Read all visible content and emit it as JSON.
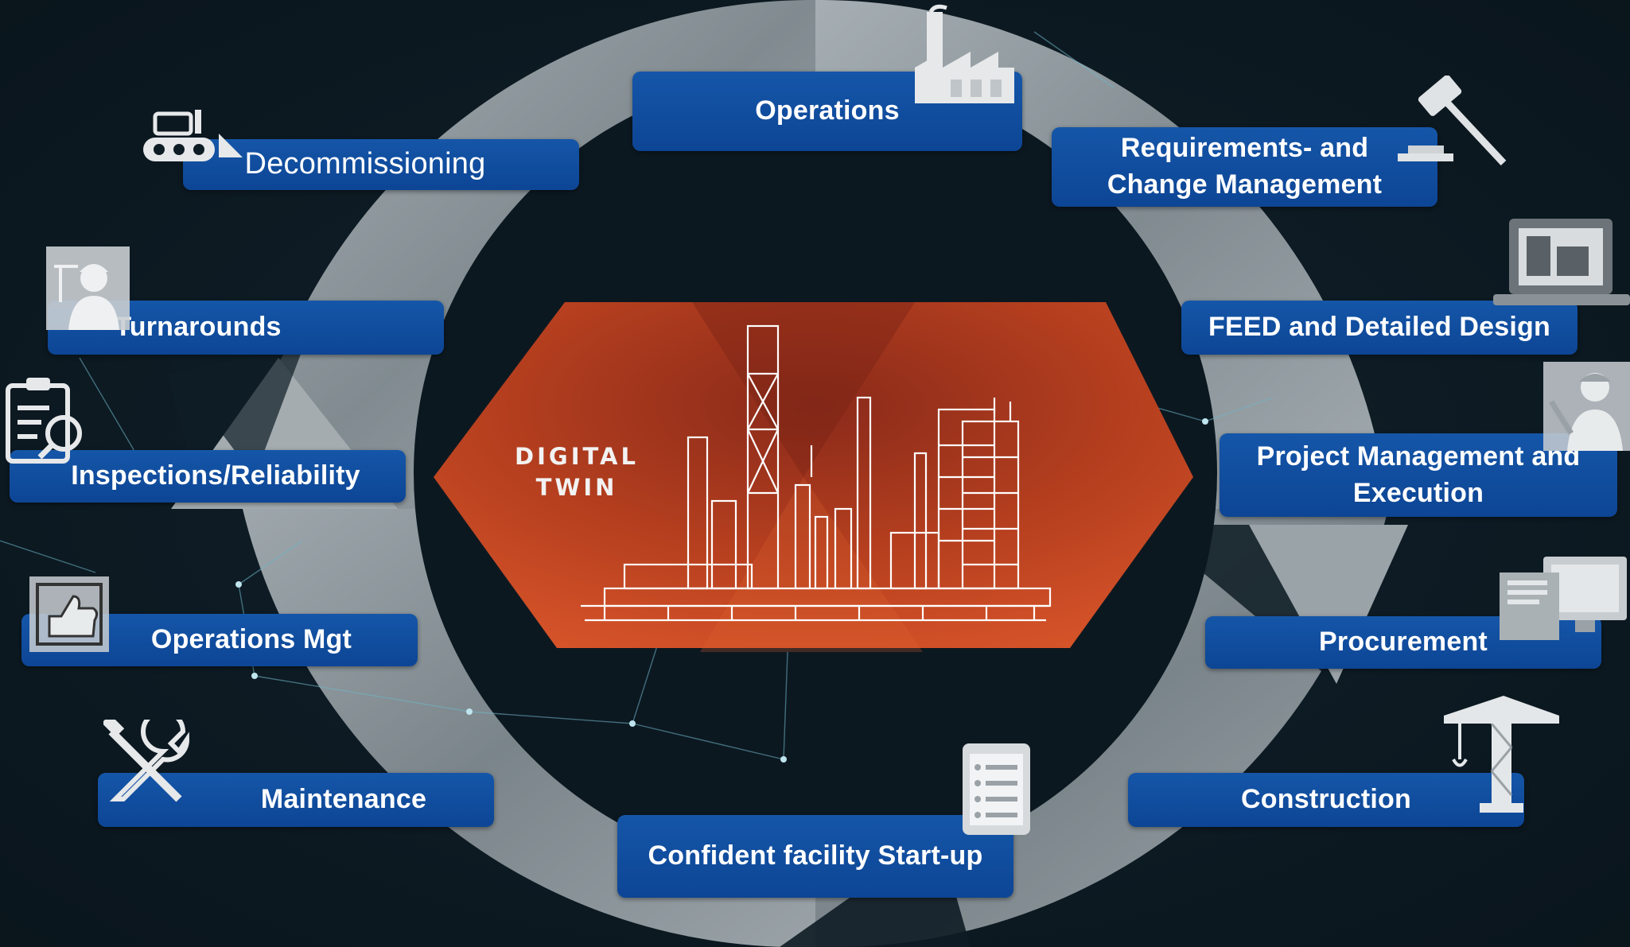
{
  "center": {
    "title_line1": "DIGITAL",
    "title_line2": "TWIN"
  },
  "stages": {
    "operations": "Operations",
    "requirements_line1": "Requirements- and",
    "requirements_line2": "Change Management",
    "feed": "FEED and Detailed Design",
    "project_line1": "Project Management and",
    "project_line2": "Execution",
    "procurement": "Procurement",
    "construction": "Construction",
    "startup": "Confident facility Start-up",
    "maintenance": "Maintenance",
    "operations_mgt": "Operations Mgt",
    "inspections": "Inspections/Reliability",
    "turnarounds": "Turnarounds",
    "decommissioning": "Decommissioning"
  },
  "colors": {
    "box_blue": "#0d4595",
    "hex_center": "#c64a2a",
    "arrow_grey": "#9aa3a8",
    "background": "#0e1c25"
  },
  "icons": [
    "factory-icon",
    "gavel-icon",
    "laptop-design-icon",
    "engineer-icon",
    "documents-monitor-icon",
    "crane-icon",
    "checklist-tablet-icon",
    "wrench-screwdriver-icon",
    "thumbs-up-icon",
    "clipboard-inspect-icon",
    "worker-crane-icon",
    "bulldozer-icon"
  ]
}
